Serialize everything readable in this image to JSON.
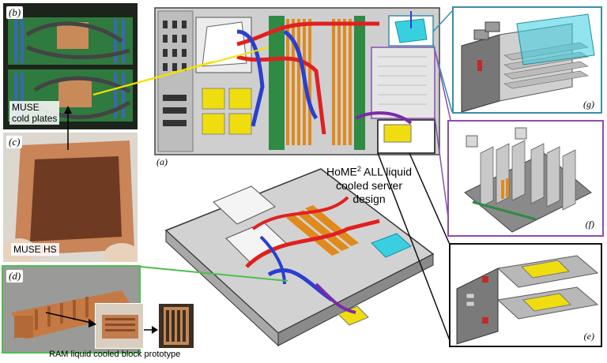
{
  "labels": {
    "b": "(b)",
    "c": "(c)",
    "d": "(d)",
    "a": "(a)",
    "e": "(e)",
    "f": "(f)",
    "g": "(g)"
  },
  "captions": {
    "muse_cold_plates_line1": "MUSE",
    "muse_cold_plates_line2": "cold plates",
    "muse_hs": "MUSE HS",
    "ram_block": "RAM liquid cooled block prototype",
    "server_line1_pre": "HoME",
    "server_line1_sup": "2",
    "server_line1_post": " ALL liquid",
    "server_line2": "cooled server",
    "server_line3": "design"
  },
  "colors": {
    "frame_g": "#3a8ea5",
    "frame_f": "#8a4fb0",
    "frame_e": "#111111",
    "frame_d": "#4cc04c",
    "pointer_yellow": "#f2e200",
    "coolant_red": "#e02020",
    "coolant_blue": "#2a3fcf",
    "coolant_purple": "#7a2aa8",
    "dimm_orange": "#e08a1c",
    "cold_plate_yellow": "#f0dd10",
    "tank_cyan": "#38d0e0"
  }
}
